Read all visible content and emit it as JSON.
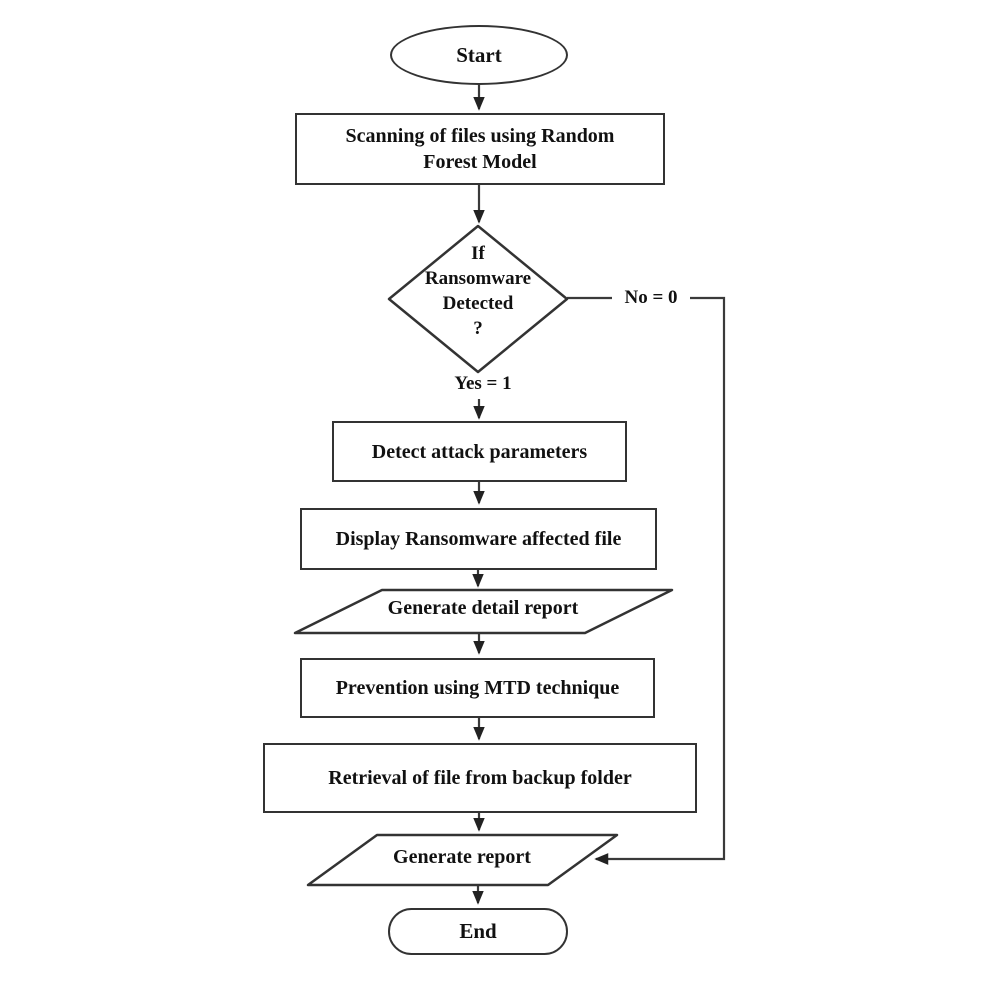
{
  "flowchart": {
    "nodes": {
      "start": {
        "type": "terminator",
        "label": "Start"
      },
      "scanning": {
        "type": "process",
        "lines": [
          "Scanning of files using Random",
          "Forest Model"
        ]
      },
      "decision": {
        "type": "decision",
        "lines": [
          "If",
          "Ransomware",
          "Detected",
          "?"
        ]
      },
      "detect": {
        "type": "process",
        "label": "Detect attack parameters"
      },
      "display": {
        "type": "process",
        "label": "Display Ransomware affected file"
      },
      "generate_detail": {
        "type": "input-output",
        "label": "Generate detail report"
      },
      "prevention": {
        "type": "process",
        "label": "Prevention using MTD technique"
      },
      "retrieval": {
        "type": "process",
        "label": "Retrieval of file from backup folder"
      },
      "generate_report": {
        "type": "input-output",
        "label": "Generate report"
      },
      "end": {
        "type": "terminator",
        "label": "End"
      }
    },
    "edge_labels": {
      "yes": "Yes = 1",
      "no": "No = 0"
    },
    "colors": {
      "background": "#ffffff",
      "stroke": "#333333",
      "text": "#111111"
    }
  }
}
